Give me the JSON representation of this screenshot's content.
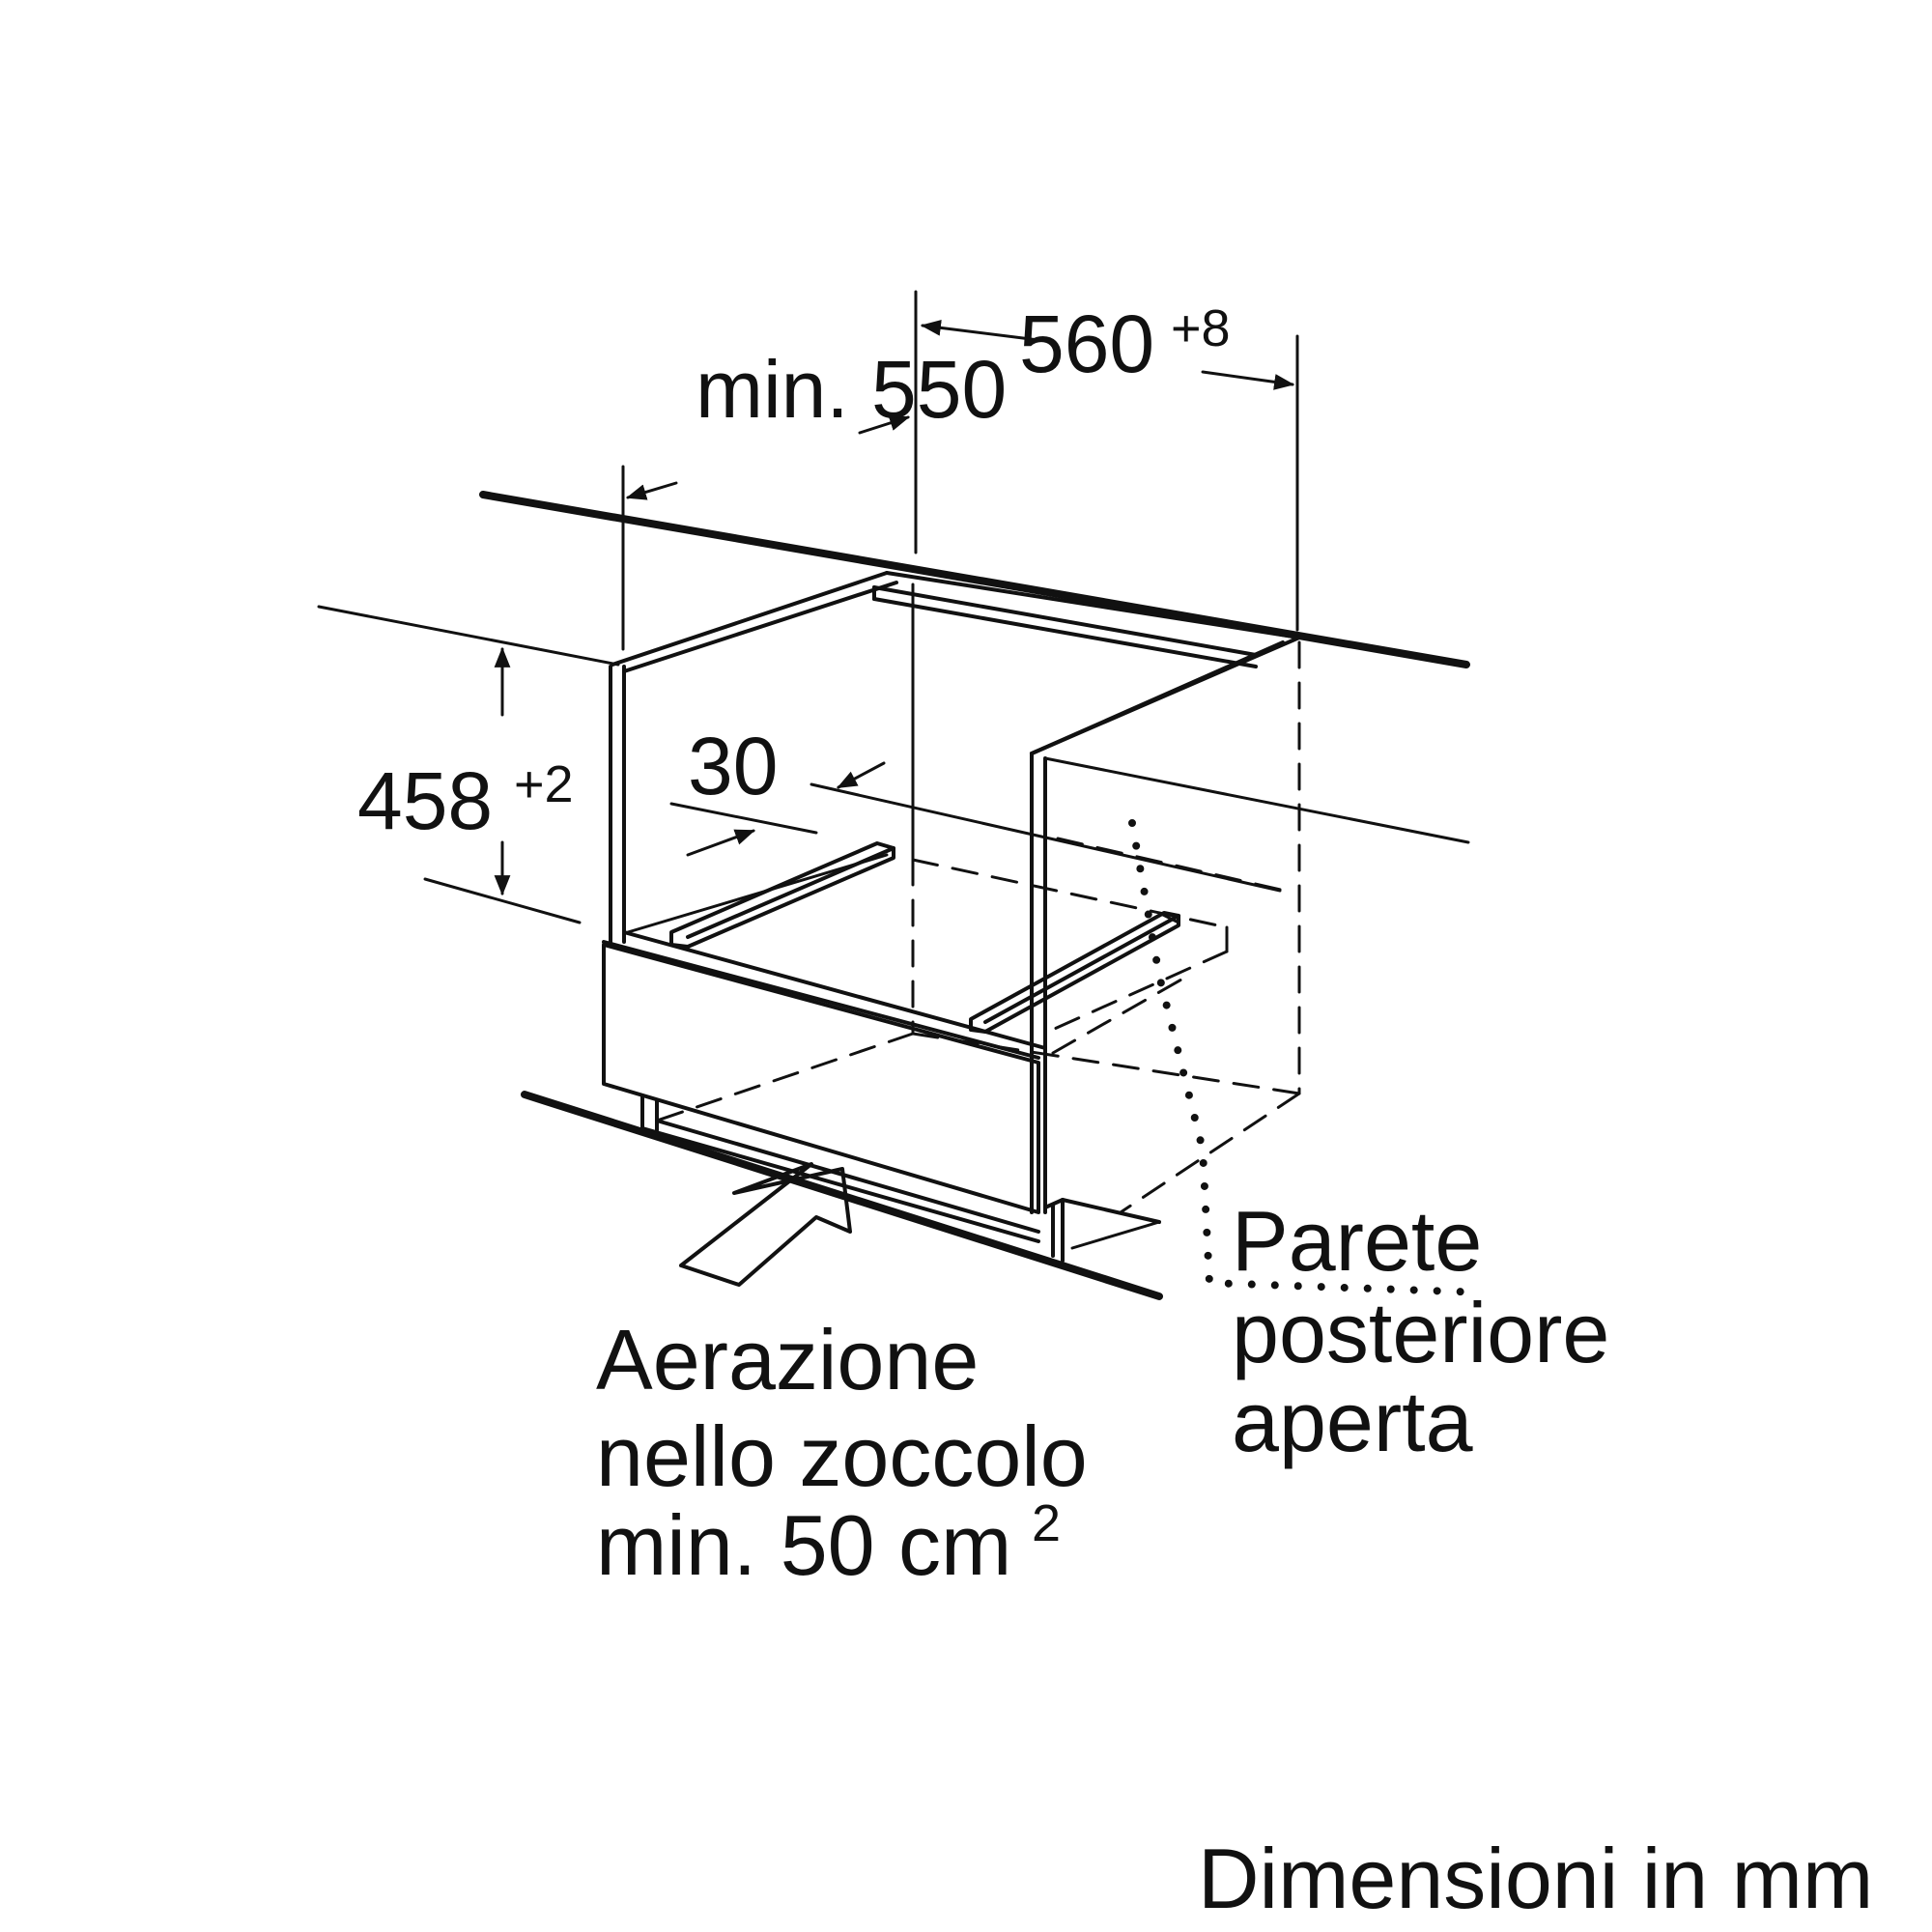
{
  "dimensions": {
    "cabinet_width": {
      "value": "560",
      "tolerance": "+8"
    },
    "min_depth": {
      "value": "min. 550"
    },
    "niche_height": {
      "value": "458",
      "tolerance": "+2"
    },
    "rear_gap": {
      "value": "30"
    }
  },
  "labels": {
    "ventilation_line1": "Aerazione",
    "ventilation_line2": "nello zoccolo",
    "ventilation_line3_main": "min. 50 cm",
    "ventilation_line3_sup": "2",
    "rear_wall_line1": "Parete",
    "rear_wall_line2": "posteriore",
    "rear_wall_line3": "aperta"
  },
  "footer": "Dimensioni in mm",
  "colors": {
    "line": "#111111",
    "background": "#ffffff"
  }
}
